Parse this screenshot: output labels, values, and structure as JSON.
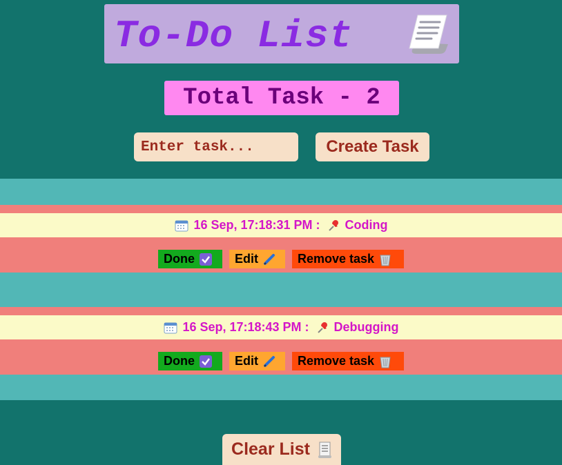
{
  "header": {
    "title": "To-Do List",
    "title_icon": "scroll-icon",
    "total_label": "Total Task - 2"
  },
  "input": {
    "placeholder": "Enter task...",
    "value": ""
  },
  "create_button": {
    "label": "Create Task"
  },
  "tasks": [
    {
      "timestamp": "16 Sep, 17:18:31 PM :",
      "name": "Coding",
      "done_label": "Done",
      "edit_label": "Edit",
      "remove_label": "Remove task"
    },
    {
      "timestamp": "16 Sep, 17:18:43 PM :",
      "name": "Debugging",
      "done_label": "Done",
      "edit_label": "Edit",
      "remove_label": "Remove task"
    }
  ],
  "clear_button": {
    "label": "Clear List"
  },
  "colors": {
    "background": "#12736c",
    "title_box": "#c0aadd",
    "title_text": "#8a2be2",
    "count_box": "#ff88f0",
    "task_row": "#f07f7b",
    "task_line": "#fbfac8",
    "task_text": "#d416c8",
    "done": "#13aa1e",
    "edit": "#ffa630",
    "remove": "#ff4a0a",
    "spacer": "#52b7b6",
    "button_bg": "#f7e0c8",
    "button_text": "#9b2a1e"
  }
}
